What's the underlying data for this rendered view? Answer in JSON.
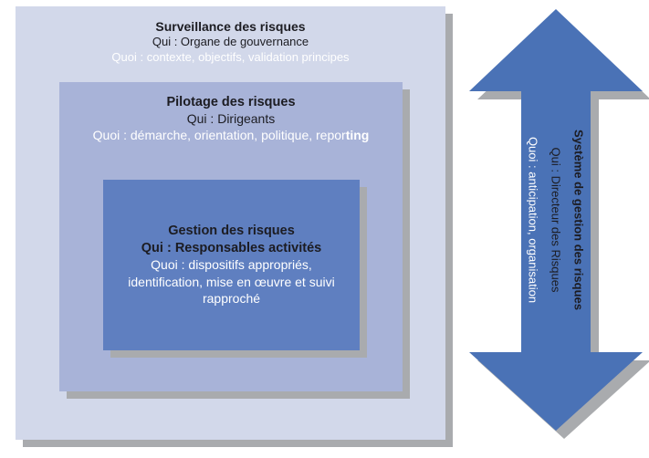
{
  "colors": {
    "canvas-bg": "#ffffff",
    "outer-box": "#d2d8ea",
    "middle-box": "#a8b3d8",
    "inner-box": "#5f7fc0",
    "arrow": "#4a72b6",
    "shadow": "#a9abae",
    "text-dark": "#1c1c22",
    "text-white": "#ffffff"
  },
  "outer_box": {
    "title": "Surveillance des risques",
    "qui": "Qui : Organe de gouvernance",
    "quoi": "Quoi : contexte, objectifs, validation principes"
  },
  "middle_box": {
    "title": "Pilotage des risques",
    "qui": "Qui : Dirigeants",
    "quoi_prefix": "Quoi : démarche, orientation, politique, repor",
    "quoi_bold_suffix": "ting"
  },
  "inner_box": {
    "title": "Gestion des risques",
    "qui": "Qui : Responsables activités",
    "quoi_lines": [
      "Quoi : dispositifs appropriés,",
      "identification, mise en œuvre et suivi",
      "rapproché"
    ]
  },
  "arrow": {
    "title": "Système de gestion des risques",
    "qui": "Qui : Directeur des Risques",
    "quoi": "Quoi : anticipation, organisation"
  }
}
